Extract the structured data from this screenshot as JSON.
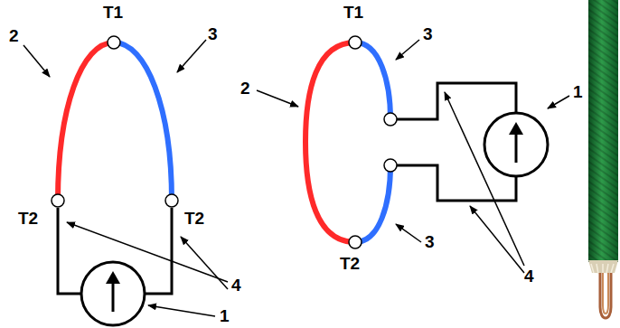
{
  "diagram": {
    "labels": [
      "T1",
      "2",
      "3",
      "T2",
      "T2",
      "4",
      "1",
      "T1",
      "3",
      "2",
      "3",
      "T2",
      "4",
      "1"
    ]
  }
}
